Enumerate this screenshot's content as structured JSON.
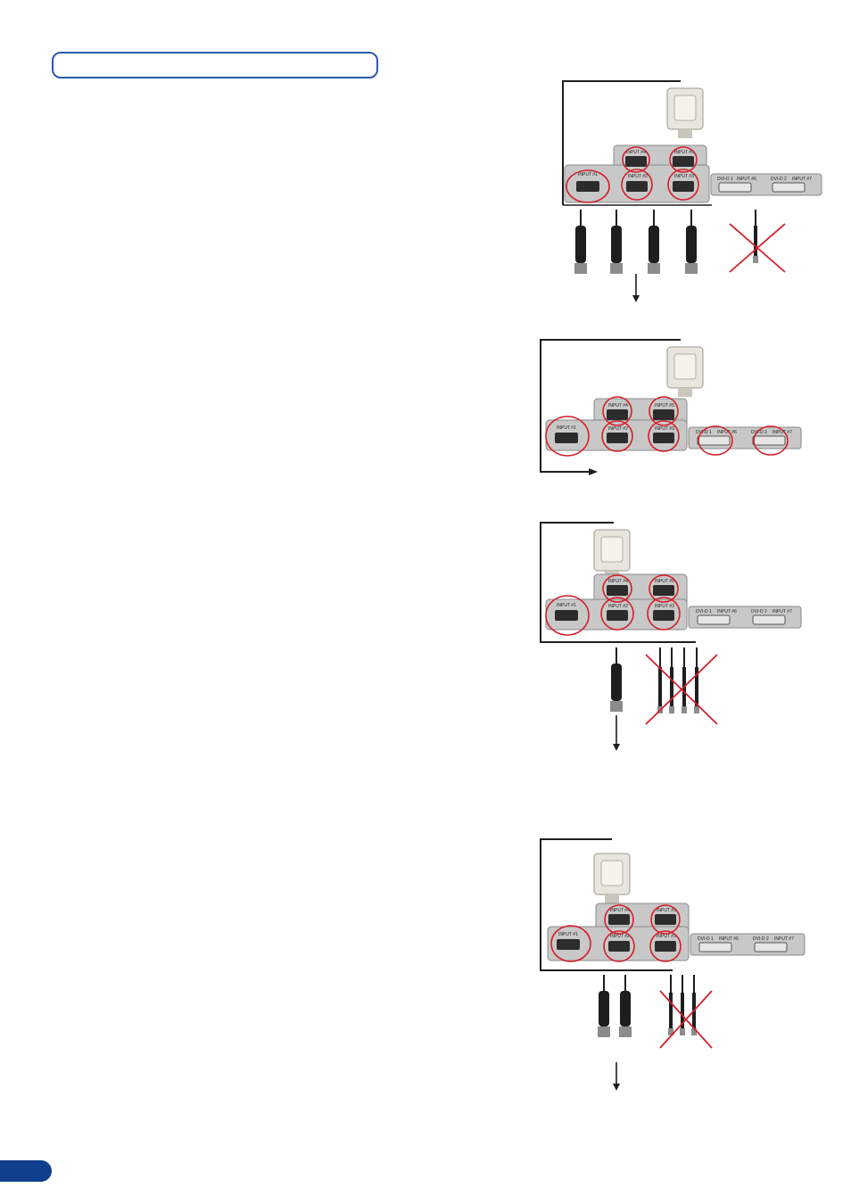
{
  "section_title_box": {
    "text": ""
  },
  "colors": {
    "title_border": "#2a5aa8",
    "page_tab": "#0f3f8c",
    "highlight_circle": "#d4202a",
    "cross": "#d4202a",
    "panel": "#c8c8c8",
    "connector": "#1e1e1e"
  },
  "connector_labels": {
    "input1": "INPUT #1",
    "input2": "INPUT #2",
    "input3": "INPUT #3",
    "input4": "INPUT #4",
    "input5": "INPUT #5",
    "input6": "INPUT #6",
    "input7": "INPUT #7",
    "dvi1": "DVI-D 1",
    "dvi2": "DVI-D 2"
  },
  "icons": {
    "adapter": "dvi-to-vga-adapter-icon",
    "bnc": "bnc-cable-icon",
    "cross": "red-cross-icon",
    "arrow": "arrow-icon"
  }
}
